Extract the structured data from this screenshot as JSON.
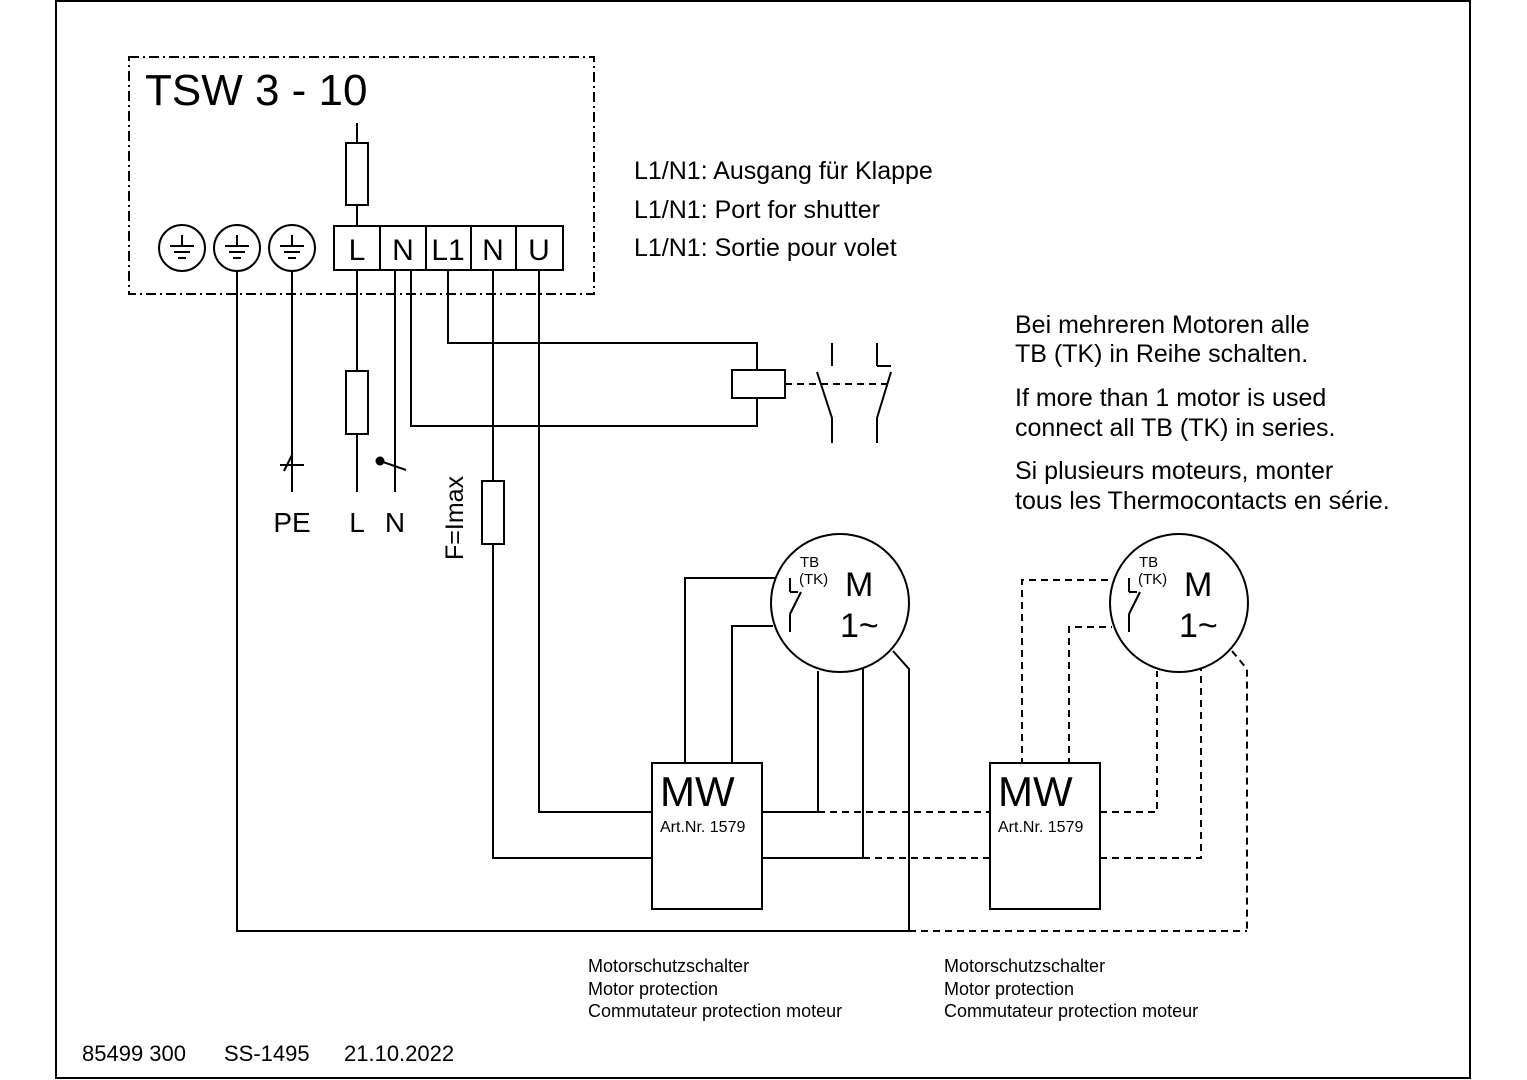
{
  "device": {
    "title": "TSW 3 - 10"
  },
  "terminals": [
    "L",
    "N",
    "L1",
    "N",
    "U"
  ],
  "earth_symbol": "earth-ground-icon",
  "port_note": [
    "L1/N1: Ausgang für Klappe",
    "L1/N1: Port for shutter",
    "L1/N1: Sortie pour volet"
  ],
  "series_note": {
    "de": [
      "Bei mehreren Motoren alle",
      "TB (TK) in Reihe schalten."
    ],
    "en": [
      "If more than 1 motor is used",
      "connect all TB (TK) in series."
    ],
    "fr": [
      "Si plusieurs moteurs, monter",
      "tous les Thermocontacts en série."
    ]
  },
  "supply_labels": {
    "pe": "PE",
    "l": "L",
    "n": "N"
  },
  "fuse_label": "F=Imax",
  "motor": {
    "tb": "TB",
    "tk": "(TK)",
    "m": "M",
    "phase": "1~"
  },
  "mw": {
    "label": "MW",
    "art": "Art.Nr. 1579"
  },
  "motor_protection": [
    "Motorschutzschalter",
    "Motor protection",
    "Commutateur protection moteur"
  ],
  "footer": {
    "doc_number": "85499 300",
    "ref": "SS-1495",
    "date": "21.10.2022"
  }
}
